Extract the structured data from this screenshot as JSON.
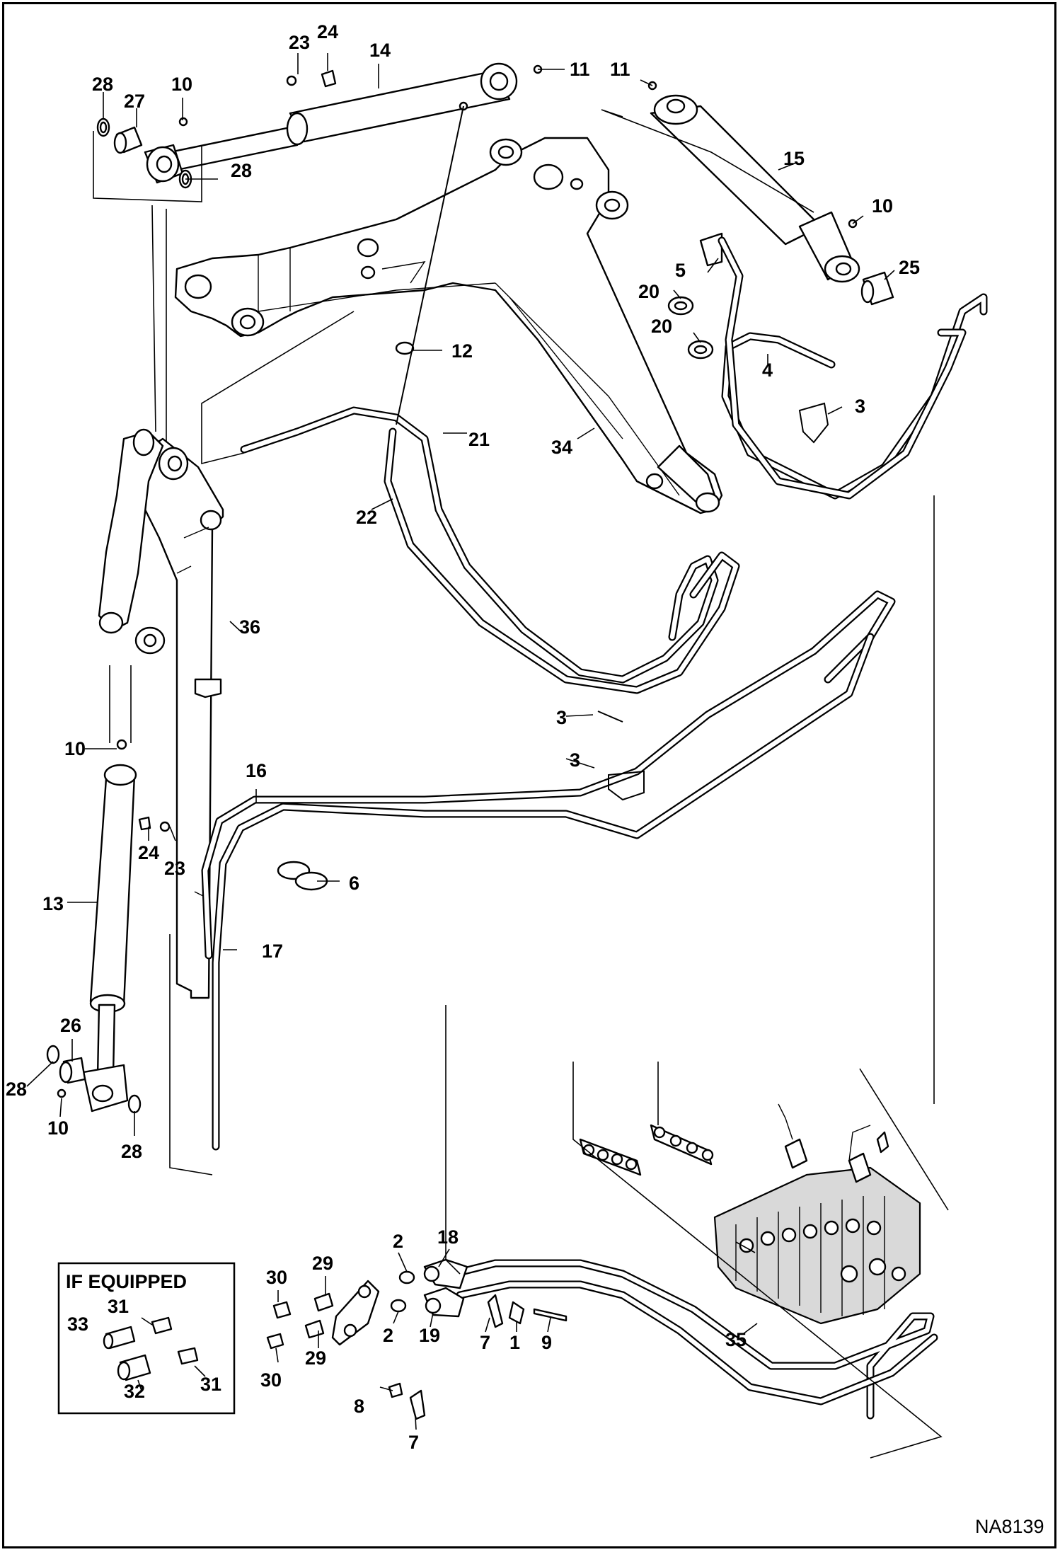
{
  "figure_id": "NA8139",
  "inset": {
    "title": "IF EQUIPPED",
    "callouts": [
      "31",
      "33",
      "32",
      "31"
    ]
  },
  "callouts": {
    "c1": "1",
    "c2a": "2",
    "c2b": "2",
    "c3a": "3",
    "c3b": "3",
    "c3c": "3",
    "c4": "4",
    "c5": "5",
    "c6": "6",
    "c7a": "7",
    "c7b": "7",
    "c8": "8",
    "c9": "9",
    "c10a": "10",
    "c10b": "10",
    "c10c": "10",
    "c10d": "10",
    "c11a": "11",
    "c11b": "11",
    "c12": "12",
    "c13": "13",
    "c14": "14",
    "c15": "15",
    "c16": "16",
    "c17": "17",
    "c18": "18",
    "c19": "19",
    "c20a": "20",
    "c20b": "20",
    "c21": "21",
    "c22": "22",
    "c23a": "23",
    "c23b": "23",
    "c24a": "24",
    "c24b": "24",
    "c25": "25",
    "c26": "26",
    "c27": "27",
    "c28a": "28",
    "c28b": "28",
    "c28c": "28",
    "c28d": "28",
    "c29a": "29",
    "c29b": "29",
    "c30a": "30",
    "c30b": "30",
    "c34": "34",
    "c35": "35",
    "c36": "36"
  }
}
